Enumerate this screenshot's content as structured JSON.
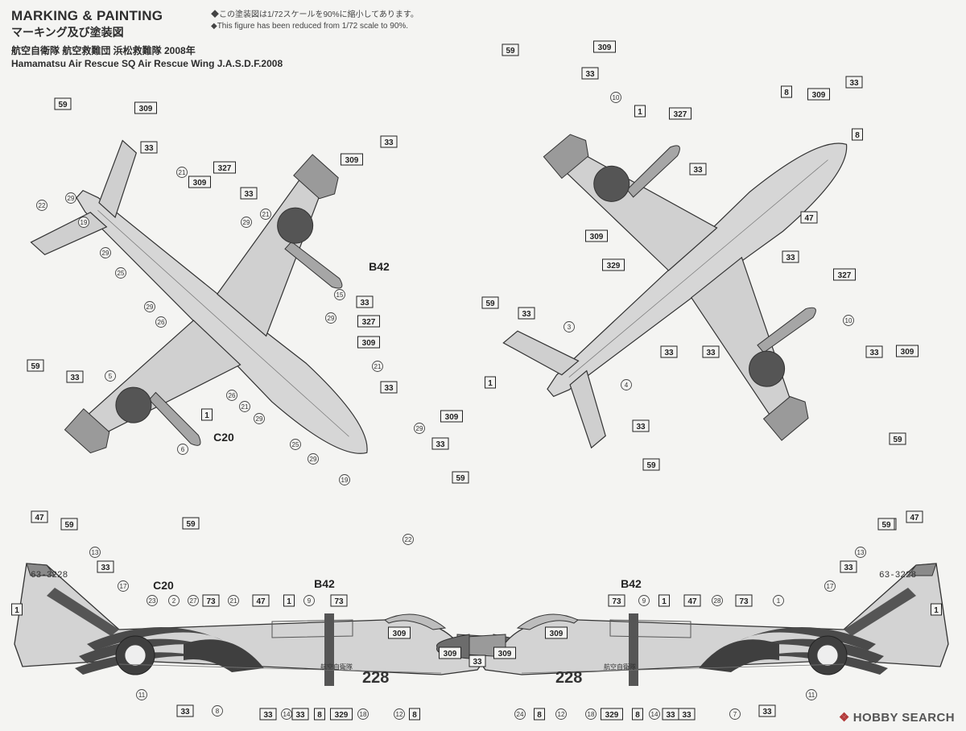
{
  "header": {
    "title_en": "MARKING & PAINTING",
    "title_jp": "マーキング及び塗装図",
    "subtitle_jp": "航空自衛隊 航空救難団 浜松救難隊 2008年",
    "subtitle_en": "Hamamatsu  Air Rescue SQ Air Rescue Wing J.A.S.D.F.2008"
  },
  "notes": [
    "◆この塗装図は1/72スケールを90%に縮小してあります。",
    "◆This figure has been reduced from 1/72 scale to 90%."
  ],
  "aircraft_marks": {
    "serial": "63-3228",
    "nose_number": "228",
    "fuselage_jp": "航空自衛隊"
  },
  "callouts": [
    {
      "id": "c01",
      "text": "59"
    },
    {
      "id": "c02",
      "text": "309"
    },
    {
      "id": "c03",
      "text": "33"
    },
    {
      "id": "c04",
      "text": "22"
    },
    {
      "id": "c05",
      "text": "29"
    },
    {
      "id": "c06",
      "text": "19"
    },
    {
      "id": "c07",
      "text": "21"
    },
    {
      "id": "c08",
      "text": "327"
    },
    {
      "id": "c09",
      "text": "309"
    },
    {
      "id": "c10",
      "text": "33"
    },
    {
      "id": "c11",
      "text": "33"
    },
    {
      "id": "c12",
      "text": "309"
    },
    {
      "id": "c13",
      "text": "29"
    },
    {
      "id": "c14",
      "text": "21"
    },
    {
      "id": "c15",
      "text": "25"
    },
    {
      "id": "c16",
      "text": "29"
    },
    {
      "id": "c17",
      "text": "B42"
    },
    {
      "id": "c18",
      "text": "15"
    },
    {
      "id": "c19",
      "text": "33"
    },
    {
      "id": "c20",
      "text": "26"
    },
    {
      "id": "c21",
      "text": "29"
    },
    {
      "id": "c22",
      "text": "29"
    },
    {
      "id": "c23",
      "text": "327"
    },
    {
      "id": "c24",
      "text": "309"
    },
    {
      "id": "c25",
      "text": "59"
    },
    {
      "id": "c26",
      "text": "33"
    },
    {
      "id": "c27",
      "text": "5"
    },
    {
      "id": "c28",
      "text": "1"
    },
    {
      "id": "c29",
      "text": "C20"
    },
    {
      "id": "c30",
      "text": "26"
    },
    {
      "id": "c31",
      "text": "21"
    },
    {
      "id": "c32",
      "text": "29"
    },
    {
      "id": "c33",
      "text": "21"
    },
    {
      "id": "c34",
      "text": "33"
    },
    {
      "id": "c35",
      "text": "6"
    },
    {
      "id": "c36",
      "text": "25"
    },
    {
      "id": "c37",
      "text": "29"
    },
    {
      "id": "c38",
      "text": "19"
    },
    {
      "id": "c39",
      "text": "29"
    },
    {
      "id": "c40",
      "text": "309"
    },
    {
      "id": "c41",
      "text": "33"
    },
    {
      "id": "c42",
      "text": "59"
    },
    {
      "id": "c43",
      "text": "59"
    },
    {
      "id": "c44",
      "text": "22"
    },
    {
      "id": "c45",
      "text": "59"
    },
    {
      "id": "c46",
      "text": "309"
    },
    {
      "id": "c47",
      "text": "33"
    },
    {
      "id": "c48",
      "text": "10"
    },
    {
      "id": "c49",
      "text": "1"
    },
    {
      "id": "c50",
      "text": "327"
    },
    {
      "id": "c51",
      "text": "33"
    },
    {
      "id": "c52",
      "text": "8"
    },
    {
      "id": "c53",
      "text": "309"
    },
    {
      "id": "c54",
      "text": "33"
    },
    {
      "id": "c55",
      "text": "8"
    },
    {
      "id": "c56",
      "text": "47"
    },
    {
      "id": "c57",
      "text": "309"
    },
    {
      "id": "c58",
      "text": "329"
    },
    {
      "id": "c59",
      "text": "33"
    },
    {
      "id": "c60",
      "text": "327"
    },
    {
      "id": "c61",
      "text": "59"
    },
    {
      "id": "c62",
      "text": "33"
    },
    {
      "id": "c63",
      "text": "3"
    },
    {
      "id": "c64",
      "text": "10"
    },
    {
      "id": "c65",
      "text": "33"
    },
    {
      "id": "c66",
      "text": "309"
    },
    {
      "id": "c67",
      "text": "1"
    },
    {
      "id": "c68",
      "text": "33"
    },
    {
      "id": "c69",
      "text": "33"
    },
    {
      "id": "c70",
      "text": "4"
    },
    {
      "id": "c71",
      "text": "33"
    },
    {
      "id": "c72",
      "text": "59"
    },
    {
      "id": "c73",
      "text": "59"
    },
    {
      "id": "c74",
      "text": "47"
    },
    {
      "id": "c75",
      "text": "59"
    },
    {
      "id": "c76",
      "text": "13"
    },
    {
      "id": "c77",
      "text": "33"
    },
    {
      "id": "c78",
      "text": "17"
    },
    {
      "id": "c79",
      "text": "1"
    },
    {
      "id": "c80",
      "text": "C20"
    },
    {
      "id": "c81",
      "text": "B42"
    },
    {
      "id": "c82",
      "text": "23"
    },
    {
      "id": "c83",
      "text": "2"
    },
    {
      "id": "c84",
      "text": "27"
    },
    {
      "id": "c85",
      "text": "73"
    },
    {
      "id": "c86",
      "text": "21"
    },
    {
      "id": "c87",
      "text": "47"
    },
    {
      "id": "c88",
      "text": "1"
    },
    {
      "id": "c89",
      "text": "9"
    },
    {
      "id": "c90",
      "text": "73"
    },
    {
      "id": "c91",
      "text": "309"
    },
    {
      "id": "c92",
      "text": "309"
    },
    {
      "id": "c93",
      "text": "33"
    },
    {
      "id": "c94",
      "text": "11"
    },
    {
      "id": "c95",
      "text": "33"
    },
    {
      "id": "c96",
      "text": "8"
    },
    {
      "id": "c97",
      "text": "33"
    },
    {
      "id": "c98",
      "text": "14"
    },
    {
      "id": "c99",
      "text": "33"
    },
    {
      "id": "c100",
      "text": "8"
    },
    {
      "id": "c101",
      "text": "329"
    },
    {
      "id": "c102",
      "text": "18"
    },
    {
      "id": "c103",
      "text": "12"
    },
    {
      "id": "c104",
      "text": "8"
    },
    {
      "id": "c105",
      "text": "B42"
    },
    {
      "id": "c106",
      "text": "73"
    },
    {
      "id": "c107",
      "text": "9"
    },
    {
      "id": "c108",
      "text": "1"
    },
    {
      "id": "c109",
      "text": "47"
    },
    {
      "id": "c110",
      "text": "28"
    },
    {
      "id": "c111",
      "text": "73"
    },
    {
      "id": "c112",
      "text": "1"
    },
    {
      "id": "c113",
      "text": "309"
    },
    {
      "id": "c114",
      "text": "309"
    },
    {
      "id": "c115",
      "text": "33"
    },
    {
      "id": "c116",
      "text": "59"
    },
    {
      "id": "c117",
      "text": "47"
    },
    {
      "id": "c118",
      "text": "13"
    },
    {
      "id": "c119",
      "text": "33"
    },
    {
      "id": "c120",
      "text": "17"
    },
    {
      "id": "c121",
      "text": "1"
    },
    {
      "id": "c122",
      "text": "24"
    },
    {
      "id": "c123",
      "text": "8"
    },
    {
      "id": "c124",
      "text": "12"
    },
    {
      "id": "c125",
      "text": "18"
    },
    {
      "id": "c126",
      "text": "329"
    },
    {
      "id": "c127",
      "text": "8"
    },
    {
      "id": "c128",
      "text": "14"
    },
    {
      "id": "c129",
      "text": "33"
    },
    {
      "id": "c130",
      "text": "33"
    },
    {
      "id": "c131",
      "text": "7"
    },
    {
      "id": "c132",
      "text": "33"
    },
    {
      "id": "c133",
      "text": "11"
    }
  ],
  "watermark": "HOBBY SEARCH",
  "colors": {
    "dark_gray": "#4a4a4a",
    "mid_gray": "#8a8a8a",
    "light_gray": "#c9c9c9",
    "paper": "#f4f4f2"
  }
}
